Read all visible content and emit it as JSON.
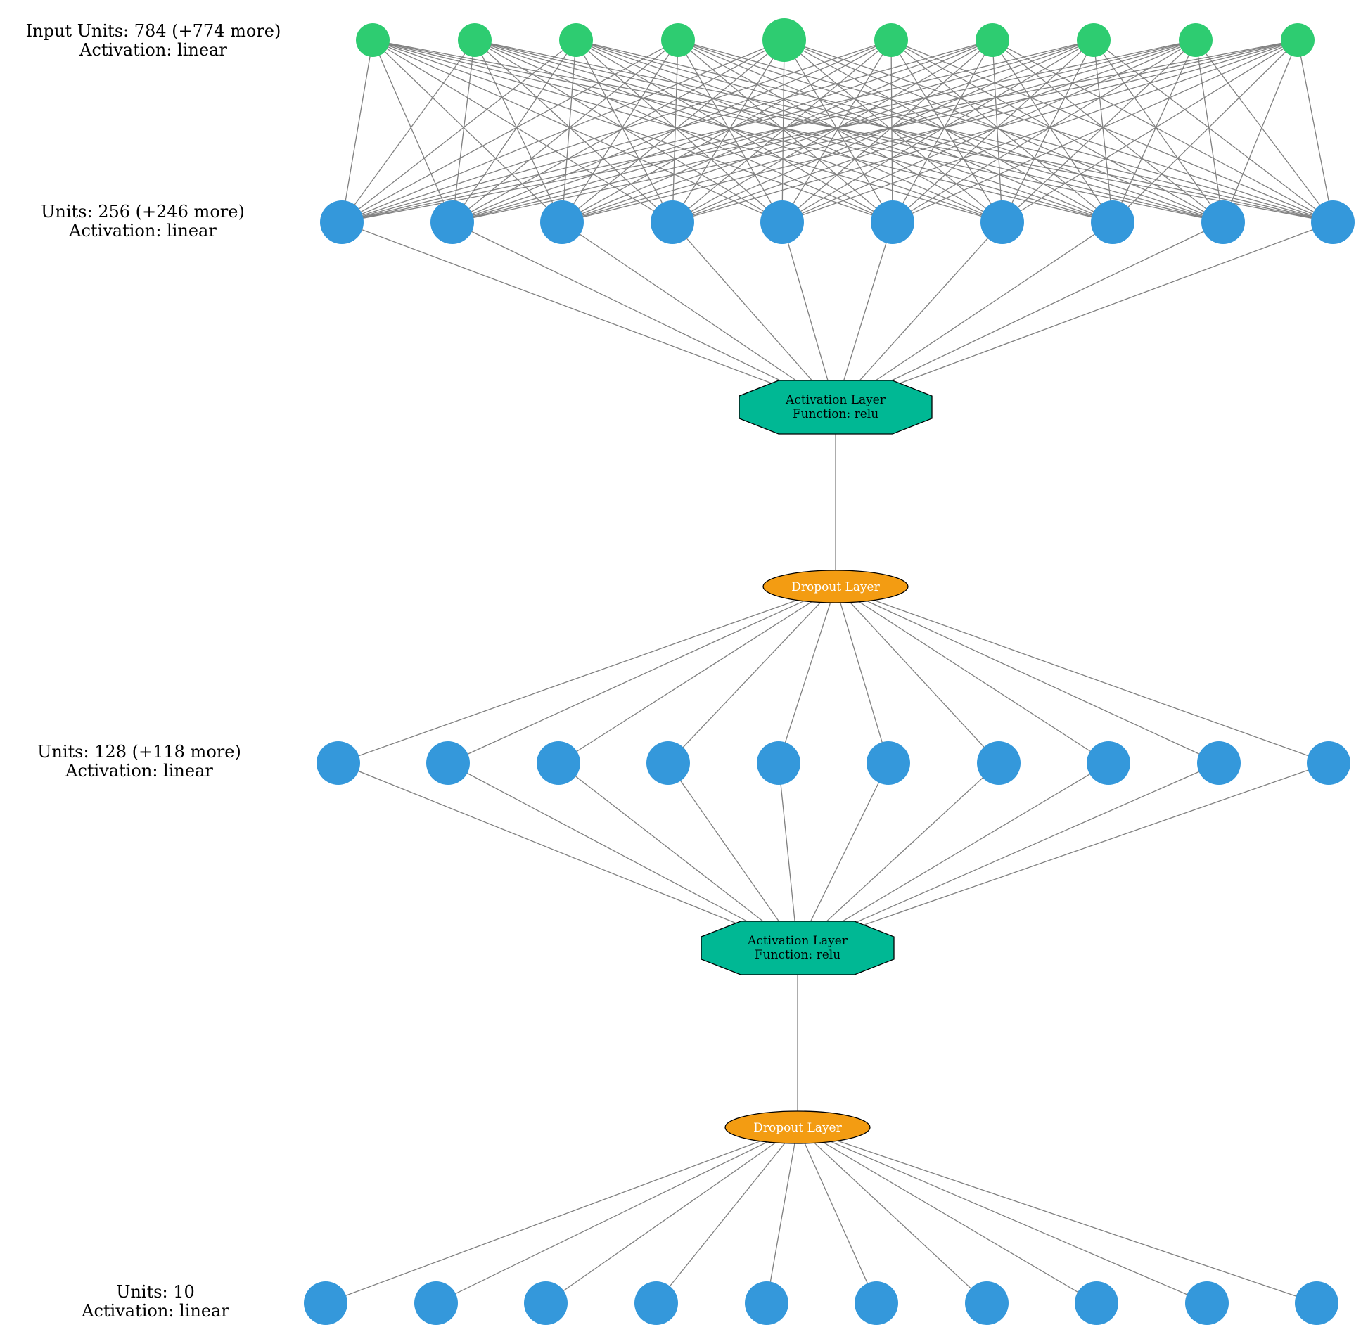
{
  "layers": [
    {
      "id": "input",
      "label_lines": [
        "Input Units: 784 (+774 more)",
        "Activation: linear"
      ],
      "visible_units": 10,
      "node_color": "#2ecc71"
    },
    {
      "id": "dense1",
      "label_lines": [
        "Units: 256 (+246 more)",
        "Activation: linear"
      ],
      "visible_units": 10,
      "node_color": "#3498db"
    },
    {
      "id": "dense2",
      "label_lines": [
        "Units: 128 (+118 more)",
        "Activation: linear"
      ],
      "visible_units": 10,
      "node_color": "#3498db"
    },
    {
      "id": "output",
      "label_lines": [
        "Units: 10",
        "Activation: linear"
      ],
      "visible_units": 10,
      "node_color": "#3498db"
    }
  ],
  "ops": [
    {
      "id": "activation1",
      "kind": "activation",
      "label_lines": [
        "Activation Layer",
        "Function: relu"
      ],
      "fill": "#00b894"
    },
    {
      "id": "dropout1",
      "kind": "dropout",
      "label_lines": [
        "Dropout Layer"
      ],
      "fill": "#f39c12"
    },
    {
      "id": "activation2",
      "kind": "activation",
      "label_lines": [
        "Activation Layer",
        "Function: relu"
      ],
      "fill": "#00b894"
    },
    {
      "id": "dropout2",
      "kind": "dropout",
      "label_lines": [
        "Dropout Layer"
      ],
      "fill": "#f39c12"
    }
  ],
  "colors": {
    "edge": "#808080",
    "background": "#ffffff"
  }
}
